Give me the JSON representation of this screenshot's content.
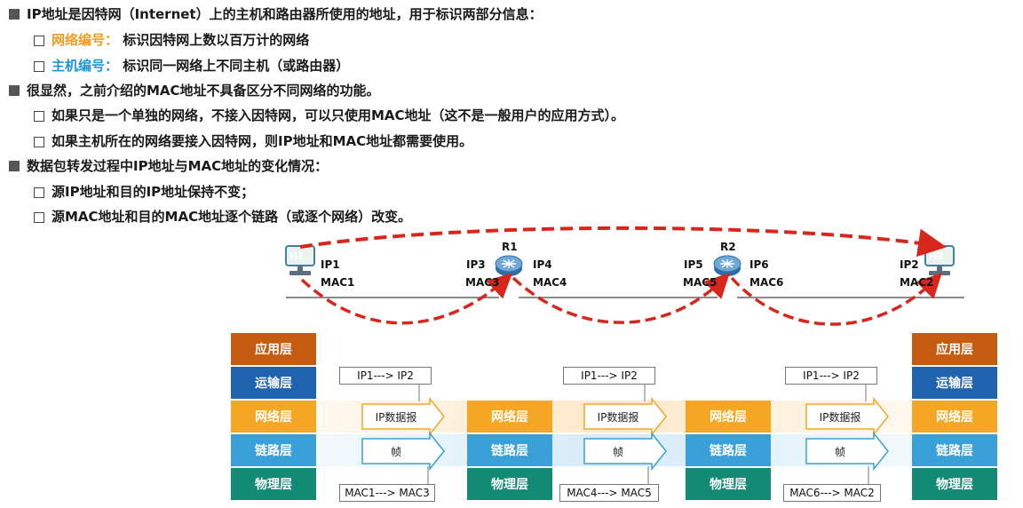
{
  "bullets": [
    {
      "level": 1,
      "text": "IP地址是因特网（Internet）上的主机和路由器所使用的地址，用于标识两部分信息："
    },
    {
      "level": 2,
      "highlight": "网络编号：",
      "text": "标识因特网上数以百万计的网络"
    },
    {
      "level": 2,
      "highlight": "主机编号：",
      "text": "标识同一网络上不同主机（或路由器）"
    },
    {
      "level": 1,
      "text": "很显然，之前介绍的MAC地址不具备区分不同网络的功能。"
    },
    {
      "level": 2,
      "text": "如果只是一个单独的网络，不接入因特网，可以只使用MAC地址（这不是一般用户的应用方式）。"
    },
    {
      "level": 2,
      "text": "如果主机所在的网络要接入因特网，则IP地址和MAC地址都需要使用。"
    },
    {
      "level": 1,
      "text": "数据包转发过程中IP地址与MAC地址的变化情况："
    },
    {
      "level": 2,
      "text": "源IP地址和目的IP地址保持不变；"
    },
    {
      "level": 2,
      "text": "源MAC地址和目的MAC地址逐个链路（或逐个网络）改变。"
    }
  ],
  "colors": {
    "highlight1": "#f39a1f",
    "highlight2": "#1e95d8",
    "arrow": "#d9261c"
  },
  "nodes": {
    "h1": {
      "name": "H1",
      "ip": "IP1",
      "mac": "MAC1"
    },
    "r1": {
      "name": "R1",
      "ip_left": "IP3",
      "mac_left": "MAC3",
      "ip_right": "IP4",
      "mac_right": "MAC4"
    },
    "r2": {
      "name": "R2",
      "ip_left": "IP5",
      "mac_left": "MAC5",
      "ip_right": "IP6",
      "mac_right": "MAC6"
    },
    "h2": {
      "name": "H2",
      "ip": "IP2",
      "mac": "MAC2"
    }
  },
  "layers": {
    "app": "应用层",
    "transport": "运输层",
    "network": "网络层",
    "datalink": "链路层",
    "physical": "物理层"
  },
  "segments": [
    {
      "ip": "IP1---> IP2",
      "packet": "IP数据报",
      "frame": "帧",
      "mac": "MAC1---> MAC3"
    },
    {
      "ip": "IP1---> IP2",
      "packet": "IP数据报",
      "frame": "帧",
      "mac": "MAC4---> MAC5"
    },
    {
      "ip": "IP1---> IP2",
      "packet": "IP数据报",
      "frame": "帧",
      "mac": "MAC6---> MAC2"
    }
  ]
}
